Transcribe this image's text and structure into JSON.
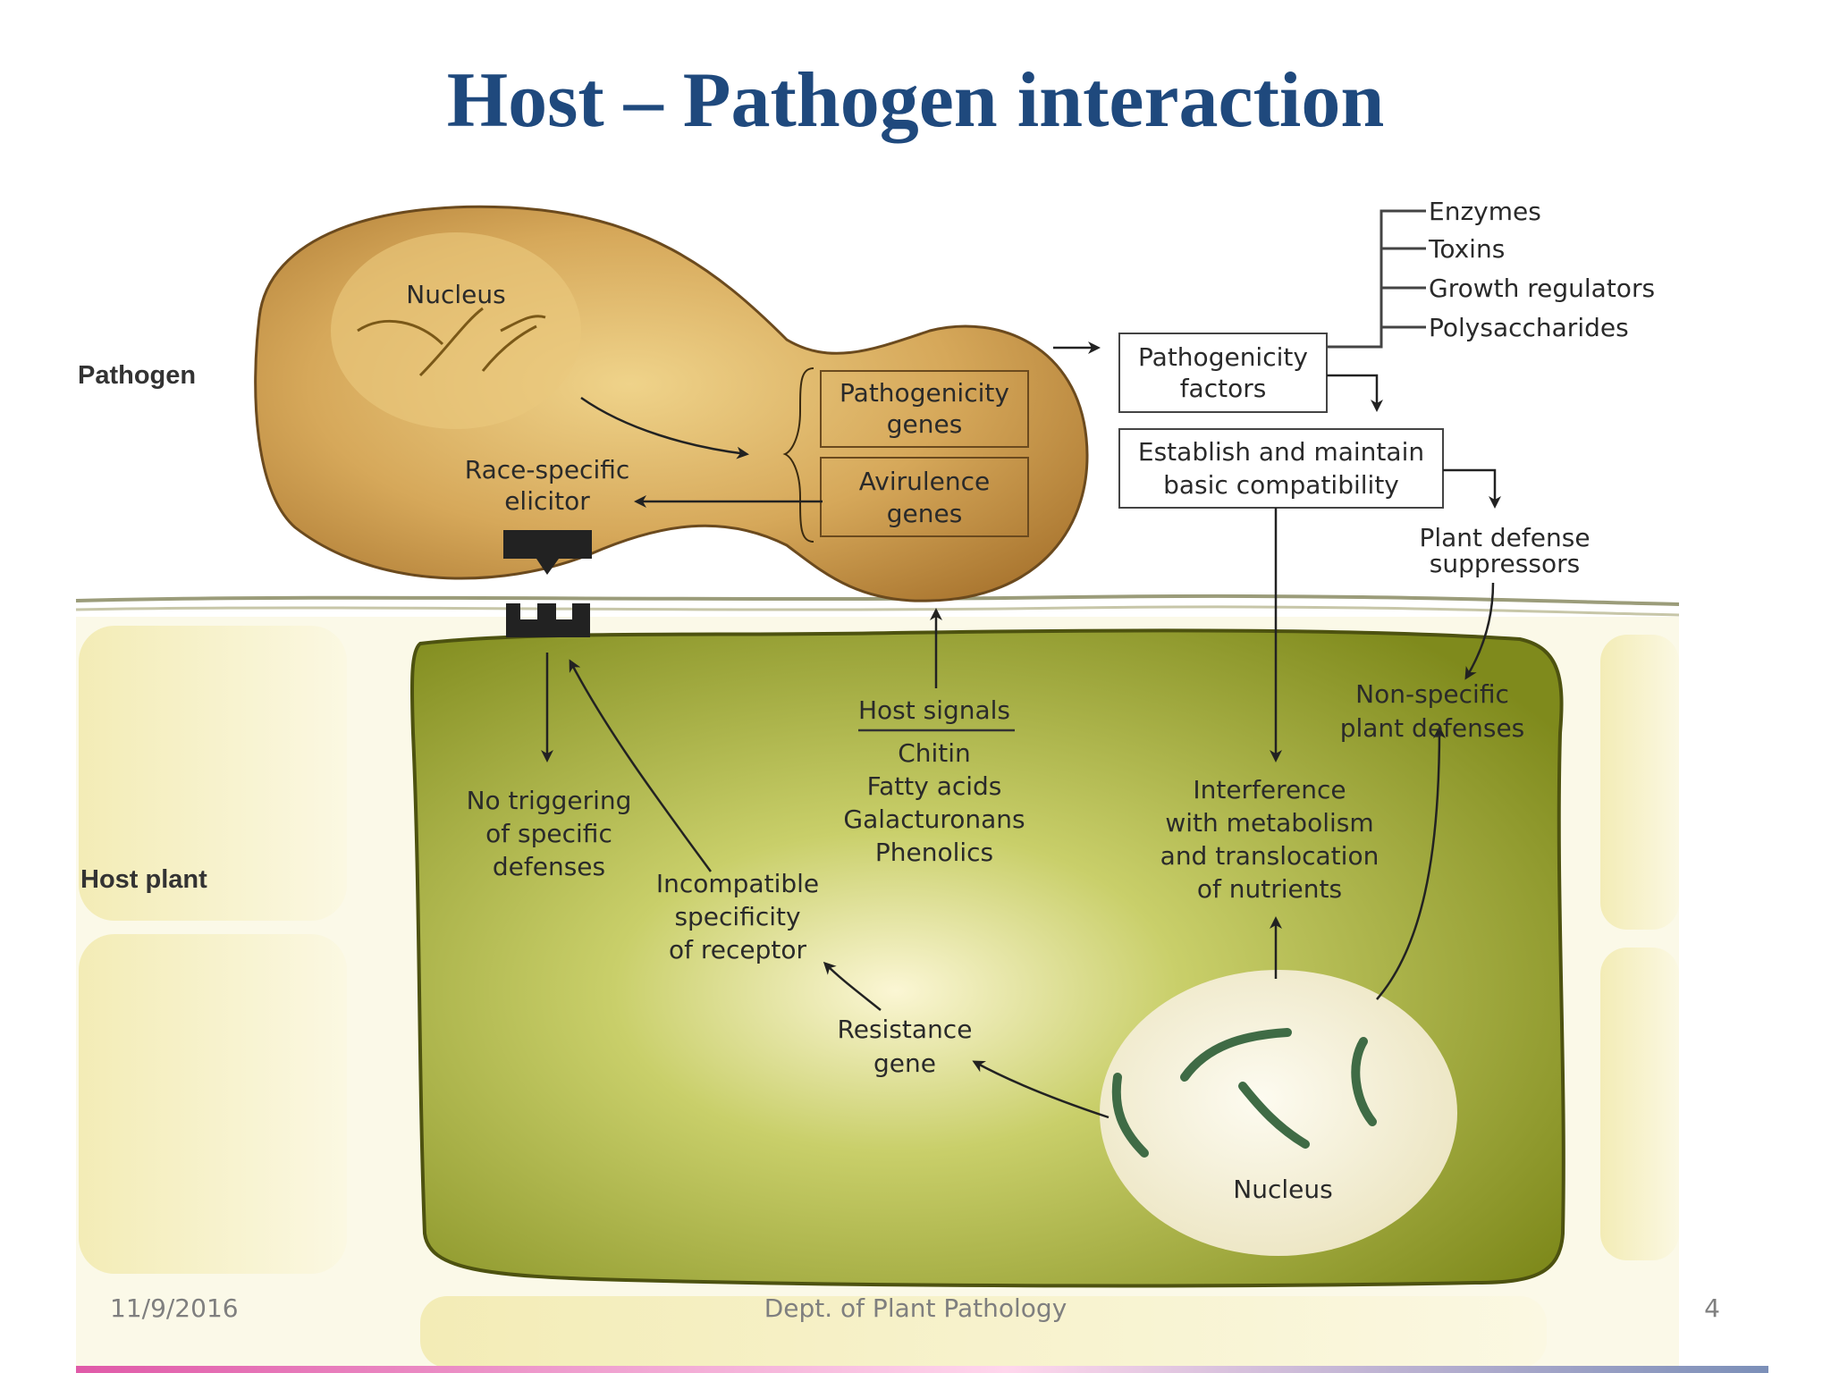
{
  "slide": {
    "title": "Host – Pathogen interaction"
  },
  "labels": {
    "pathogen": "Pathogen",
    "host_plant": "Host plant",
    "pathogen_nucleus": "Nucleus",
    "pathogenicity_genes": [
      "Pathogenicity",
      "genes"
    ],
    "avirulence_genes": [
      "Avirulence",
      "genes"
    ],
    "race_specific_elicitor": [
      "Race-specific",
      "elicitor"
    ],
    "pathogenicity_factors": [
      "Pathogenicity",
      "factors"
    ],
    "factor_list": [
      "Enzymes",
      "Toxins",
      "Growth regulators",
      "Polysaccharides"
    ],
    "establish": [
      "Establish and maintain",
      "basic compatibility"
    ],
    "suppressors": [
      "Plant defense",
      "suppressors"
    ],
    "non_specific": [
      "Non-specific",
      "plant defenses"
    ],
    "host_signals_title": "Host signals",
    "host_signals": [
      "Chitin",
      "Fatty acids",
      "Galacturonans",
      "Phenolics"
    ],
    "interference": [
      "Interference",
      "with metabolism",
      "and translocation",
      "of nutrients"
    ],
    "no_triggering": [
      "No triggering",
      "of specific",
      "defenses"
    ],
    "incompatible": [
      "Incompatible",
      "specificity",
      "of receptor"
    ],
    "resistance_gene": [
      "Resistance",
      "gene"
    ],
    "host_nucleus": "Nucleus"
  },
  "colors": {
    "title": "#1f497d",
    "pathogen_cell": "#c99a4e",
    "host_cell": "#8d9a26",
    "background_cells": "#f4efc4"
  },
  "footer": {
    "date": "11/9/2016",
    "dept": "Dept. of Plant Pathology",
    "page": "4"
  }
}
